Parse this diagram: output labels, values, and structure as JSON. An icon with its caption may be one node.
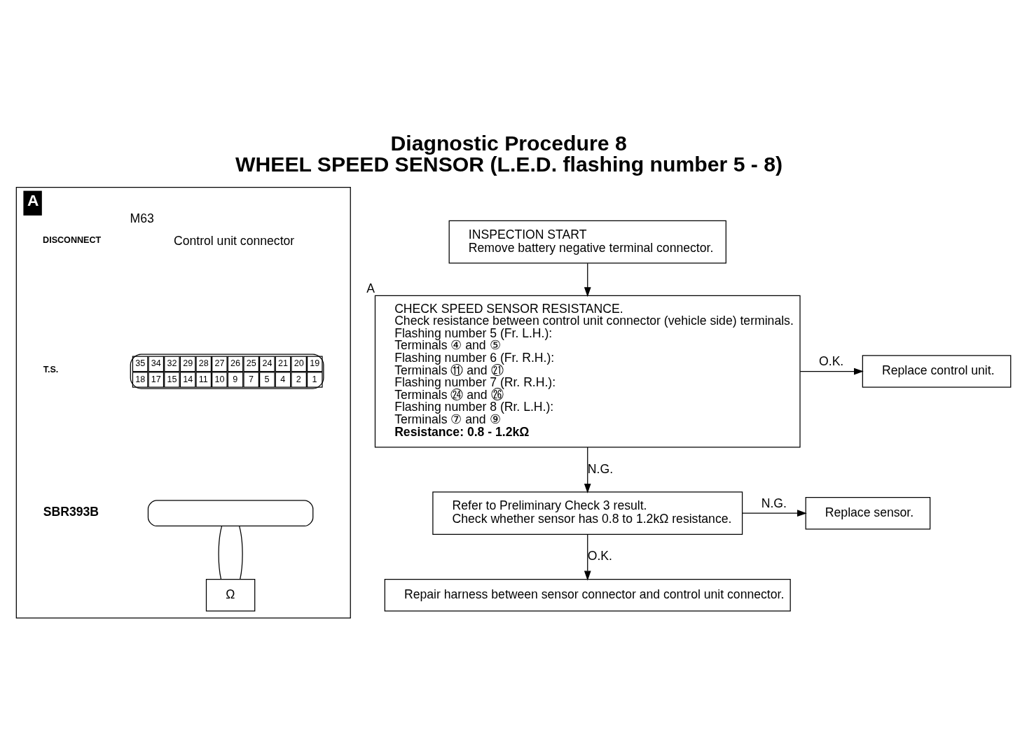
{
  "diagram": {
    "title": "Diagnostic Procedure 8",
    "caption": "WHEEL SPEED SENSOR (L.E.D. flashing number 5 - 8)",
    "nodes": [
      {
        "text": [
          "A"
        ]
      },
      {
        "text": [
          "Control unit connector"
        ],
        "beside": [
          "M63"
        ],
        "in": 0
      },
      {
        "text": [],
        "shape": "box",
        "in": 0
      },
      {
        "text": [
          "Ω"
        ],
        "in": 0
      },
      {
        "text": [
          "INSPECTION START",
          "Remove battery negative terminal connector."
        ]
      },
      {
        "text": [
          "CHECK SPEED SENSOR RESISTANCE.",
          "Check resistance between control unit connector (vehicle side) terminals.",
          "Flashing number 5 (Fr. L.H.):",
          "Terminals ④ and ⑤",
          "Flashing number 6 (Fr. R.H.):",
          "Terminals ⑪ and ㉑",
          "Flashing number 7 (Rr. R.H.):",
          "Terminals ㉔ and ㉖",
          "Flashing number 8 (Rr. L.H.):",
          "Terminals ⑦ and ⑨",
          "Resistance: 0.8 - 1.2kΩ"
        ],
        "beside": [
          "A"
        ]
      },
      {
        "text": [
          "Replace control unit."
        ]
      },
      {
        "text": [
          "Refer to Preliminary Check 3 result.",
          "Check whether sensor has 0.8 to 1.2kΩ resistance."
        ]
      },
      {
        "text": [
          "Replace sensor."
        ]
      },
      {
        "text": [
          "Repair harness between sensor connector and control unit connector."
        ]
      }
    ],
    "edges": [
      {
        "from": 2,
        "to": 3,
        "arrow": "none"
      },
      {
        "from": 2,
        "to": 3,
        "arrow": "none"
      },
      {
        "from": 4,
        "to": 5,
        "arrow": "to"
      },
      {
        "from": 5,
        "to": 6,
        "arrow": "to",
        "label": "O.K."
      },
      {
        "from": 5,
        "to": 7,
        "arrow": "to",
        "label": "N.G."
      },
      {
        "from": 7,
        "to": 8,
        "arrow": "to",
        "label": "N.G."
      },
      {
        "from": 7,
        "to": 9,
        "arrow": "to",
        "label": "O.K."
      }
    ],
    "labels": [
      "35",
      "34",
      "32",
      "29",
      "28",
      "27",
      "26",
      "25",
      "24",
      "21",
      "20",
      "19",
      "18",
      "17",
      "15",
      "14",
      "11",
      "10",
      "9",
      "7",
      "5",
      "4",
      "2",
      "1",
      "DISCONNECT",
      "T.S.",
      "SBR393B"
    ]
  }
}
